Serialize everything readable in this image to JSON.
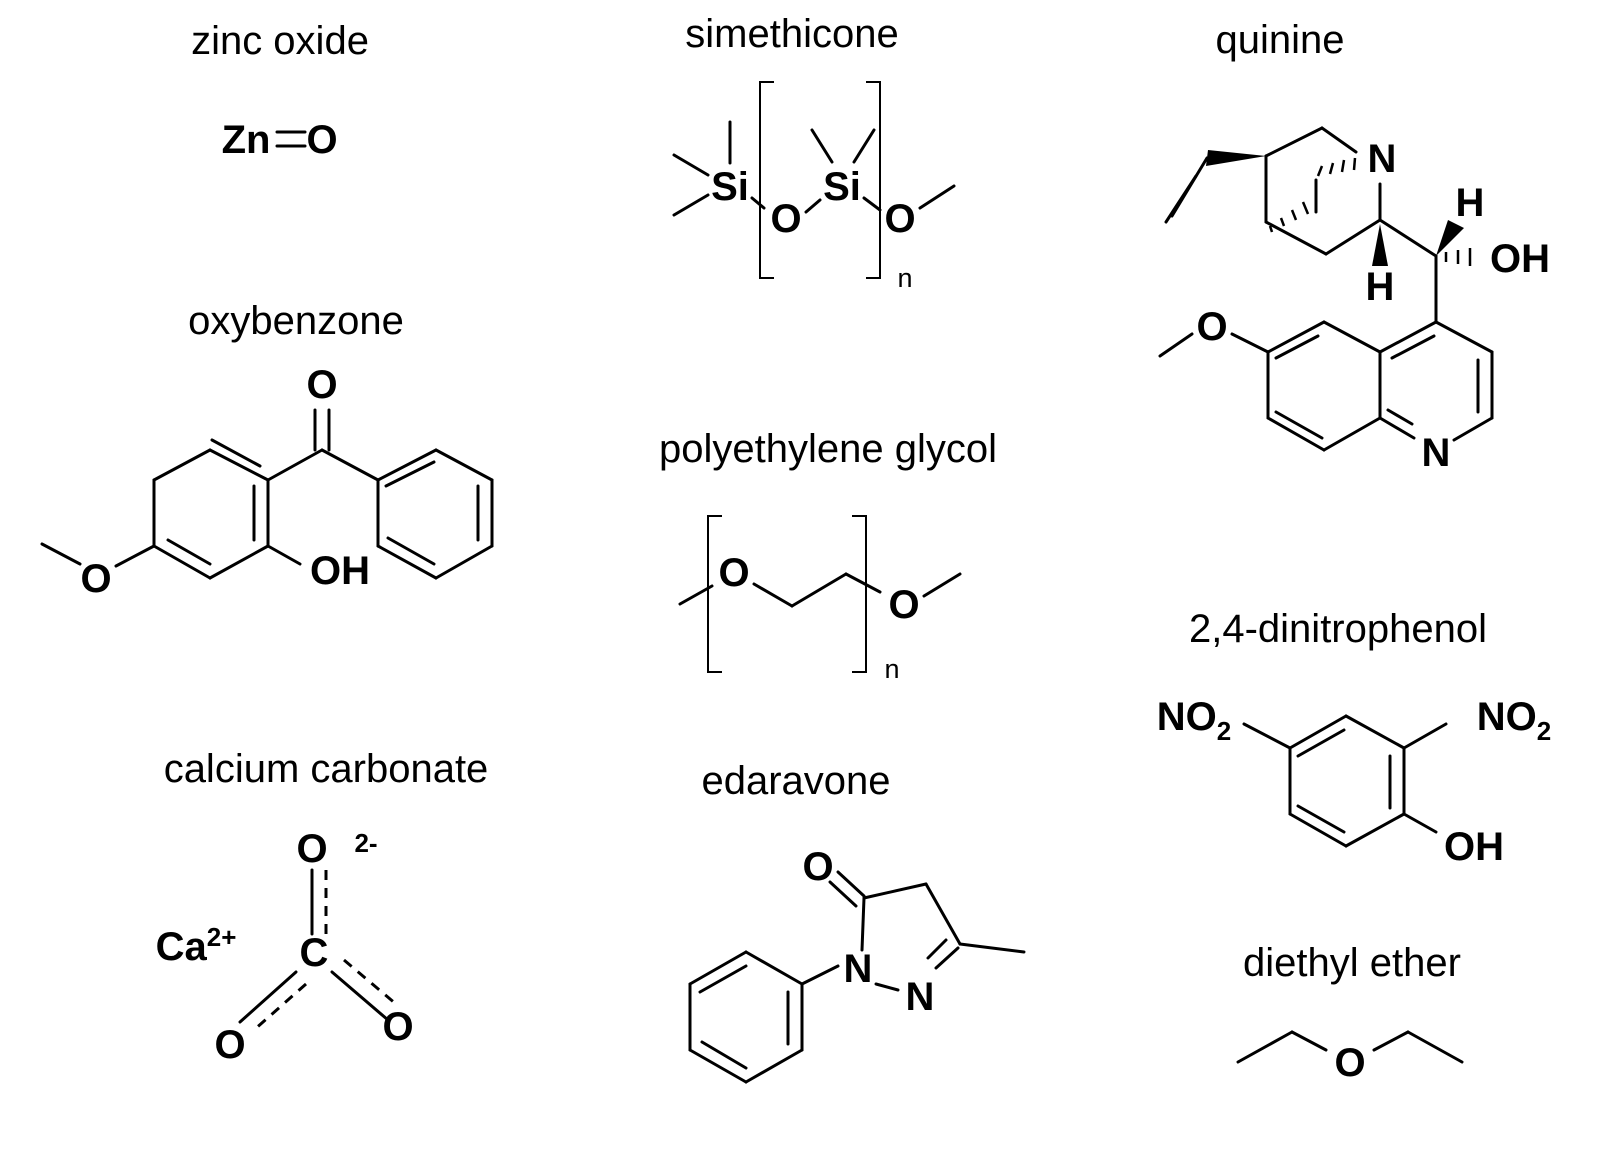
{
  "compounds": {
    "zinc_oxide": {
      "name": "zinc oxide",
      "atoms": {
        "zn": "Zn",
        "o": "O"
      }
    },
    "simethicone": {
      "name": "simethicone",
      "atoms": {
        "si1": "Si",
        "si2": "Si",
        "o1": "O",
        "o2": "O",
        "n": "n"
      }
    },
    "quinine": {
      "name": "quinine",
      "atoms": {
        "n1": "N",
        "n2": "N",
        "h1": "H",
        "h2": "H",
        "oh": "OH",
        "o": "O"
      }
    },
    "oxybenzone": {
      "name": "oxybenzone",
      "atoms": {
        "o_carbonyl": "O",
        "oh": "OH",
        "o_ether": "O"
      }
    },
    "polyethylene_glycol": {
      "name": "polyethylene glycol",
      "atoms": {
        "o1": "O",
        "o2": "O",
        "n": "n"
      }
    },
    "dinitrophenol": {
      "name": "2,4-dinitrophenol",
      "atoms": {
        "no2_left": "NO",
        "no2_right": "NO",
        "sub": "2",
        "oh": "OH"
      }
    },
    "calcium_carbonate": {
      "name": "calcium carbonate",
      "atoms": {
        "o_top": "O",
        "charge": "2-",
        "ca": "Ca",
        "ca_charge": "2+",
        "c": "C",
        "o_left": "O",
        "o_right": "O"
      }
    },
    "edaravone": {
      "name": "edaravone",
      "atoms": {
        "o": "O",
        "n1": "N",
        "n2": "N"
      }
    },
    "diethyl_ether": {
      "name": "diethyl ether",
      "atoms": {
        "o": "O"
      }
    }
  }
}
